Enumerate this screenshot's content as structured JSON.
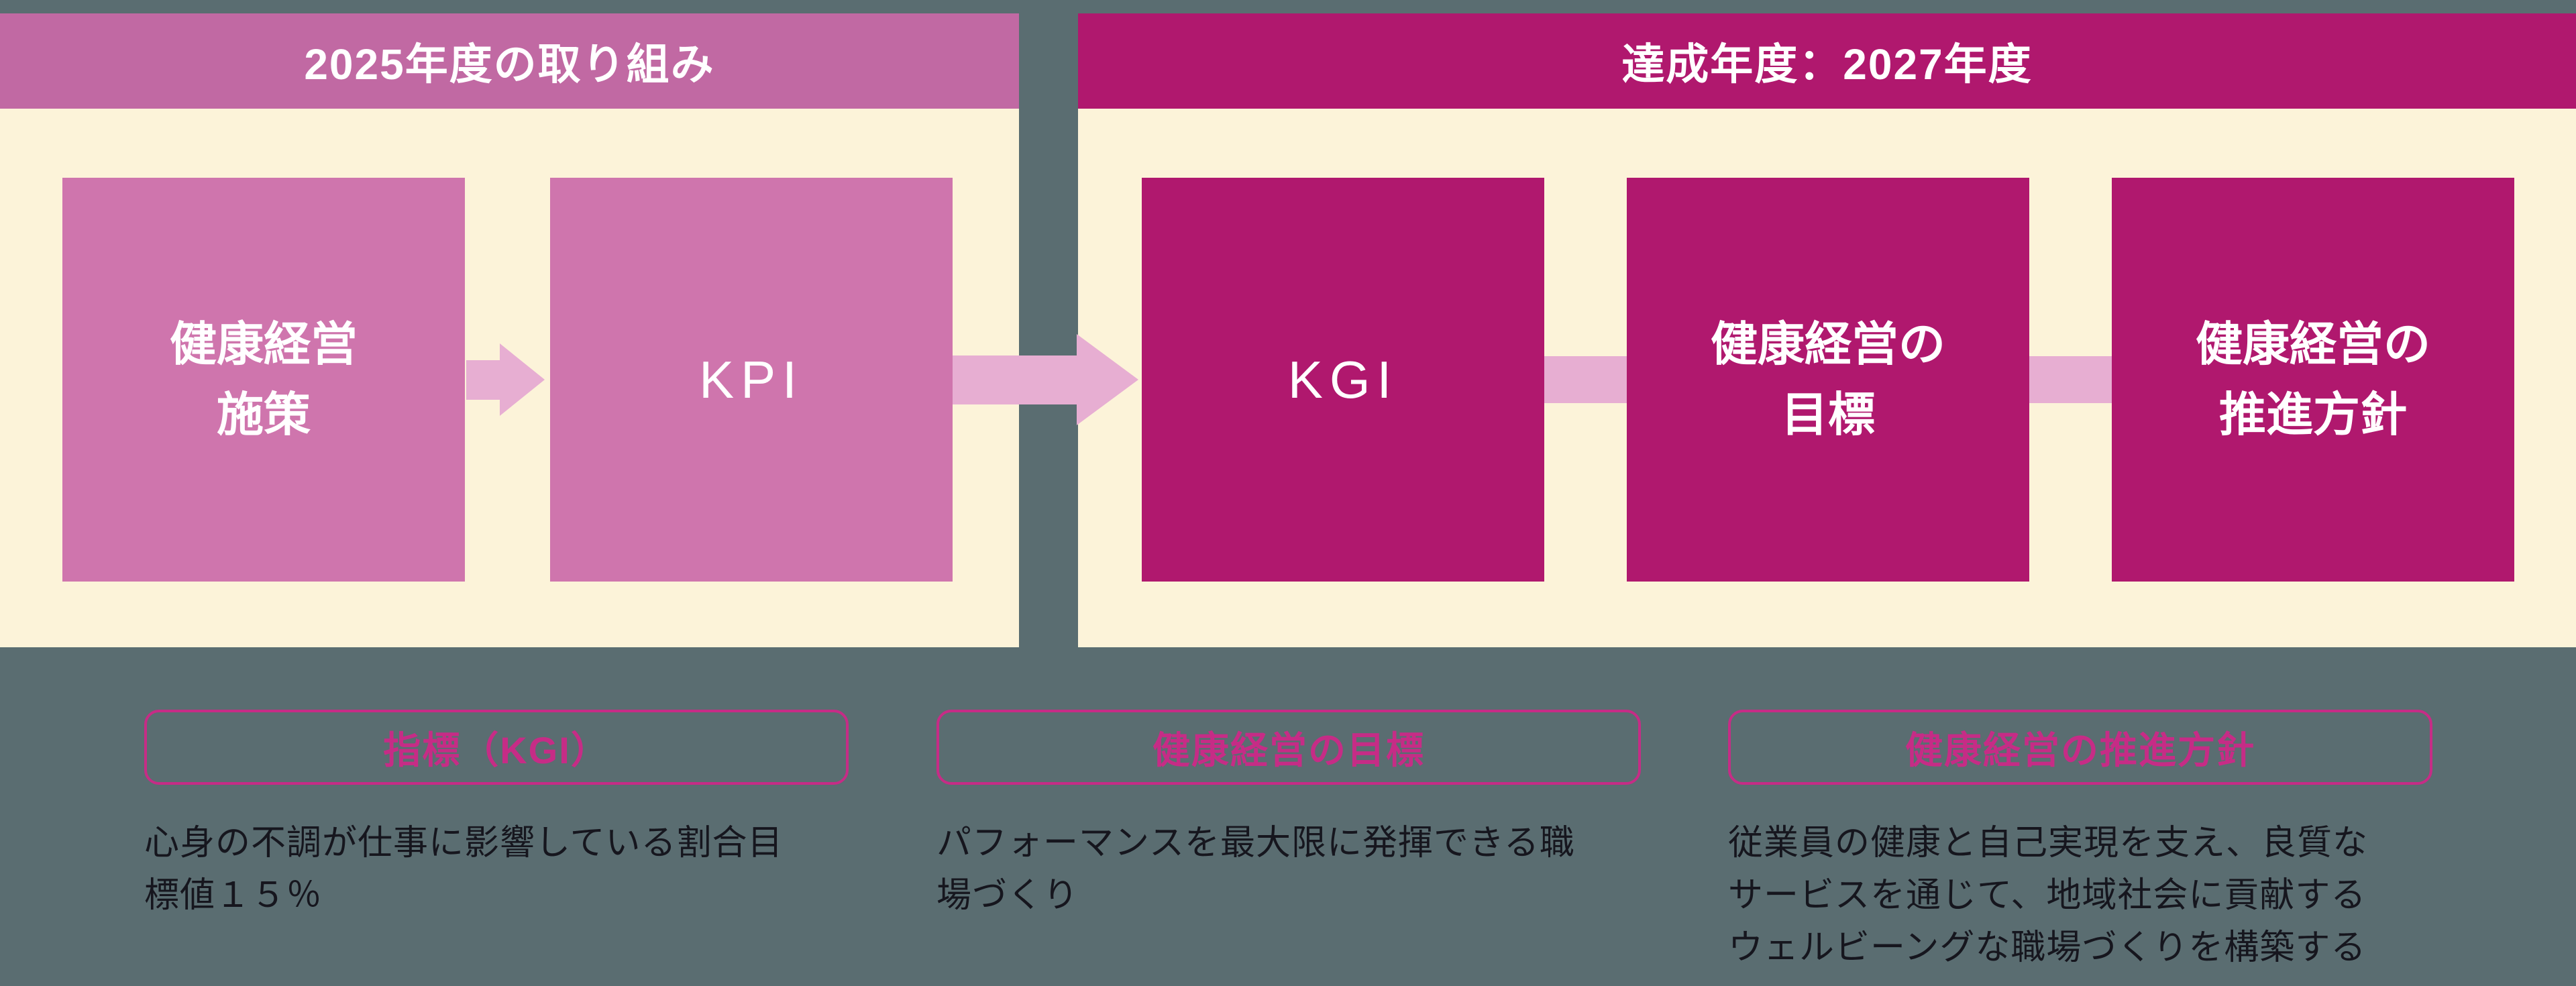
{
  "headers": {
    "left": "2025年度の取り組み",
    "right": "達成年度：2027年度"
  },
  "flow": {
    "left": [
      {
        "label": "健康経営\n施策"
      },
      {
        "label": "KPI"
      }
    ],
    "right": [
      {
        "label": "KGI"
      },
      {
        "label": "健康経営の\n目標"
      },
      {
        "label": "健康経営の\n推進方針"
      }
    ]
  },
  "details": [
    {
      "title": "指標（KGI）",
      "body": "心身の不調が仕事に影響している割合目\n標値１５％"
    },
    {
      "title": "健康経営の目標",
      "body": "パフォーマンスを最大限に発揮できる職\n場づくり"
    },
    {
      "title": "健康経営の推進方針",
      "body": "従業員の健康と自己実現を支え、良質な\nサービスを通じて、地域社会に貢献する\nウェルビーングな職場づくりを構築する"
    }
  ],
  "colors": {
    "background": "#5a6d71",
    "panel_cream": "#fcf3d9",
    "header_left_pink": "#c169a3",
    "header_right_magenta": "#b0186e",
    "box_pink": "#cf75ad",
    "box_magenta": "#b0186e",
    "arrow_pale_pink": "#e7aed2",
    "accent_magenta": "#c62c86",
    "body_text": "#16161e",
    "box_text": "#ffffff"
  }
}
